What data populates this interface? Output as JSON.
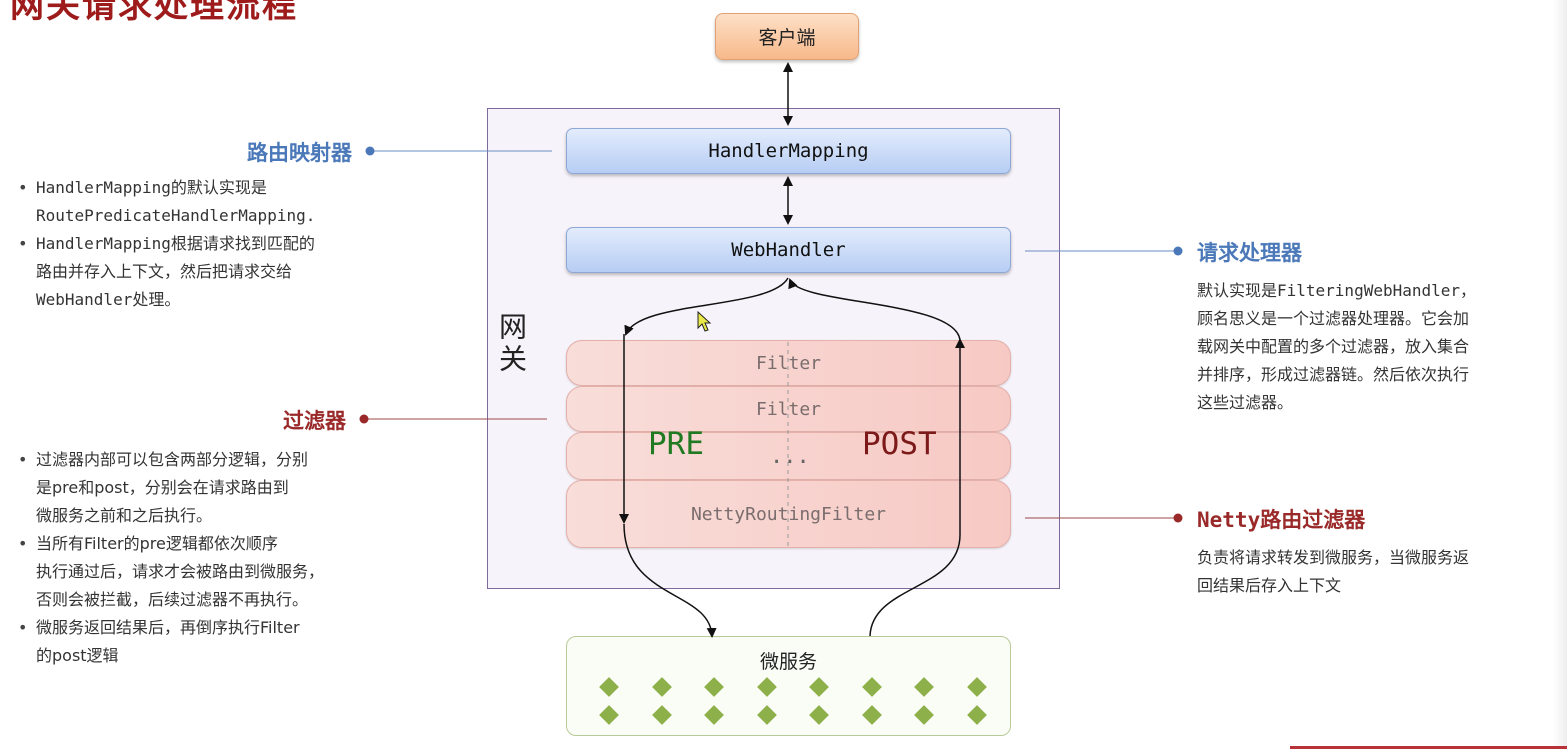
{
  "page_title": "网关请求处理流程",
  "diagram": {
    "client": "客户端",
    "gateway_label": "网关",
    "handler_mapping": "HandlerMapping",
    "web_handler": "WebHandler",
    "filters": [
      "Filter",
      "Filter",
      "...",
      "NettyRoutingFilter"
    ],
    "pre_label": "PRE",
    "post_label": "POST",
    "microservice": "微服务",
    "colors": {
      "gateway_border": "#7d6a9a",
      "client_fill": "#f8b98a",
      "blue_fill": "#b7cdf4",
      "filter_fill": "#f7c9c4",
      "pre": "#1f7a22",
      "post": "#7c1a1a",
      "micro_diamond": "#8db04a",
      "annotation_blue": "#4a78b8",
      "annotation_red": "#9a2a2a"
    }
  },
  "annotations": {
    "route_mapper": {
      "title": "路由映射器",
      "bullets": [
        {
          "lines": [
            "HandlerMapping的默认实现是",
            "RoutePredicateHandlerMapping."
          ]
        },
        {
          "lines": [
            "HandlerMapping根据请求找到匹配的",
            "路由并存入上下文，然后把请求交给",
            "WebHandler处理。"
          ]
        }
      ]
    },
    "filter": {
      "title": "过滤器",
      "bullets": [
        {
          "lines": [
            "过滤器内部可以包含两部分逻辑，分别",
            "是pre和post，分别会在请求路由到",
            "微服务之前和之后执行。"
          ]
        },
        {
          "lines": [
            "当所有Filter的pre逻辑都依次顺序",
            "执行通过后，请求才会被路由到微服务，",
            "否则会被拦截，后续过滤器不再执行。"
          ]
        },
        {
          "lines": [
            "微服务返回结果后，再倒序执行Filter",
            "的post逻辑"
          ]
        }
      ]
    },
    "request_handler": {
      "title": "请求处理器",
      "lines": [
        "默认实现是FilteringWebHandler，",
        "顾名思义是一个过滤器处理器。它会加",
        "载网关中配置的多个过滤器，放入集合",
        "并排序，形成过滤器链。然后依次执行",
        "这些过滤器。"
      ]
    },
    "netty_filter": {
      "title": "Netty路由过滤器",
      "lines": [
        "负责将请求转发到微服务，当微服务返",
        "回结果后存入上下文"
      ]
    }
  }
}
